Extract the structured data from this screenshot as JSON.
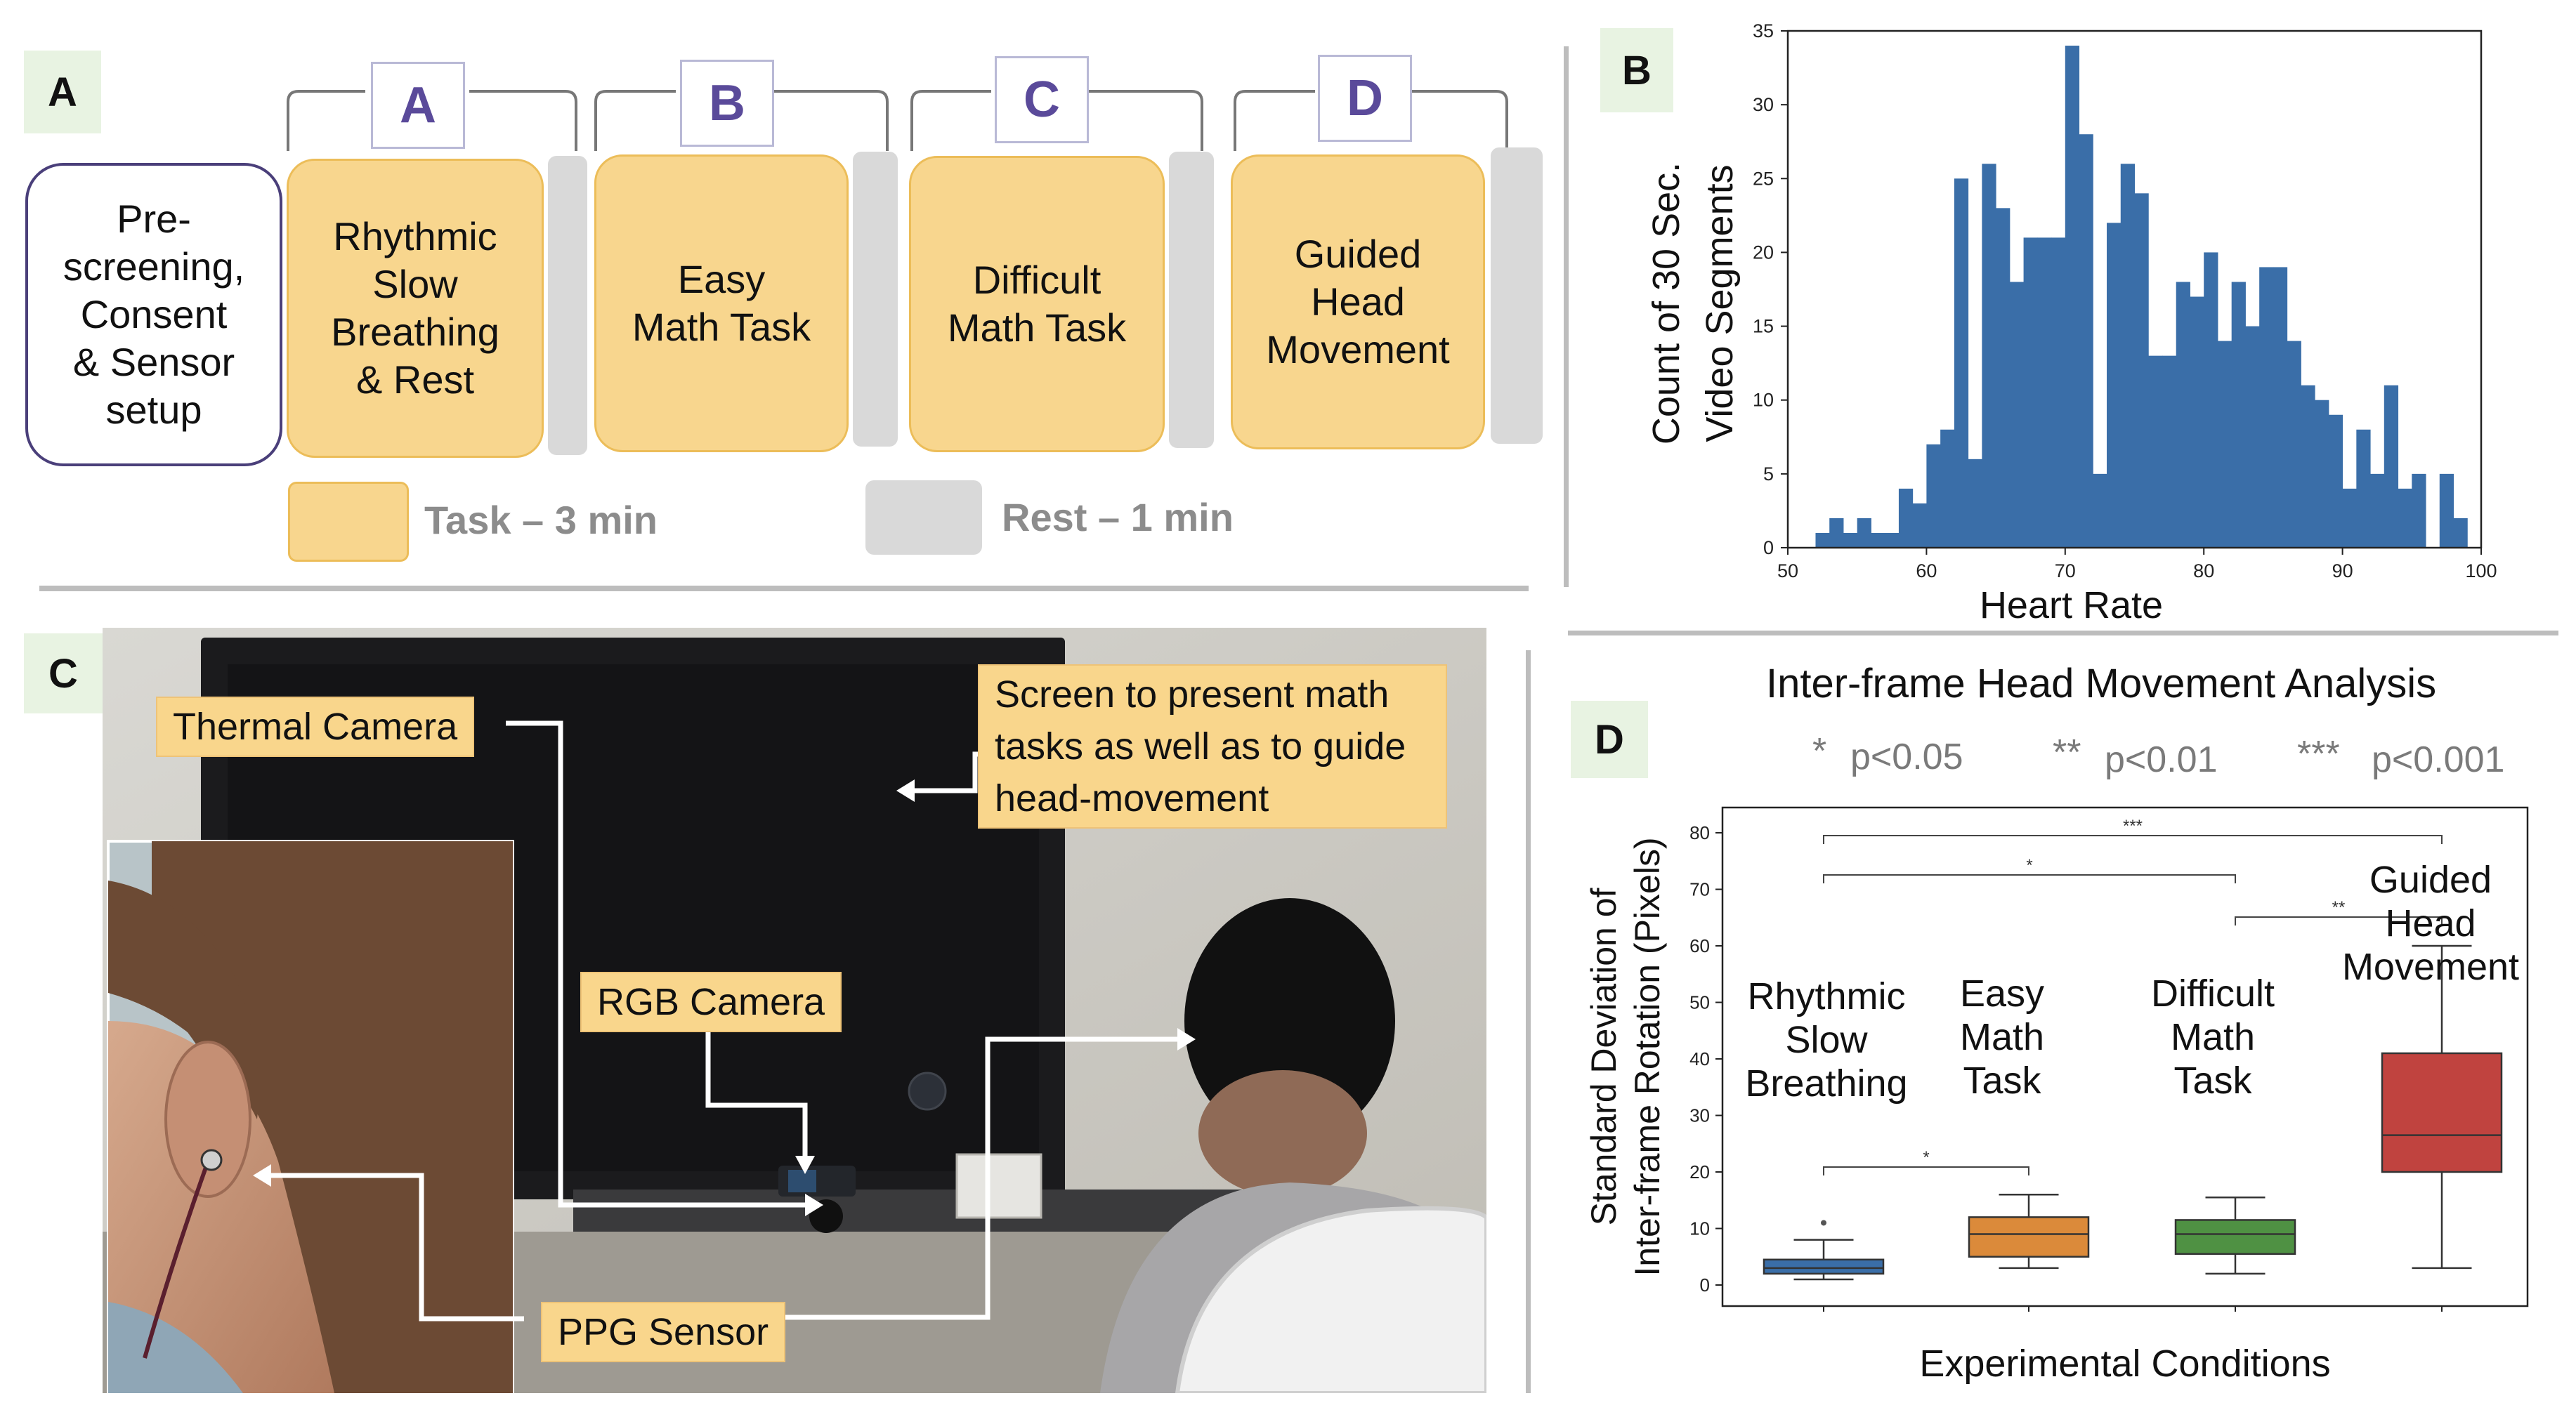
{
  "panelA": {
    "letter": "A",
    "pre_box": [
      "Pre-",
      "screening,",
      "Consent",
      "& Sensor",
      "setup"
    ],
    "groups": [
      {
        "letter": "A",
        "lines": [
          "Rhythmic",
          "Slow",
          "Breathing",
          "& Rest"
        ]
      },
      {
        "letter": "B",
        "lines": [
          "Easy",
          "Math Task"
        ]
      },
      {
        "letter": "C",
        "lines": [
          "Difficult",
          "Math Task"
        ]
      },
      {
        "letter": "D",
        "lines": [
          "Guided",
          "Head",
          "Movement"
        ]
      }
    ],
    "legend_task": "Task – 3 min",
    "legend_rest": "Rest – 1 min",
    "colors": {
      "task": "#f8d68e",
      "rest": "#d9d9d9",
      "letter": "#5a4a9a"
    }
  },
  "panelB": {
    "letter": "B",
    "ylabel_lines": [
      "Count of 30 Sec.",
      "Video Segments"
    ],
    "xlabel": "Heart Rate",
    "xticks": [
      "50",
      "60",
      "70",
      "80",
      "90",
      "100"
    ],
    "yticks": [
      "0",
      "5",
      "10",
      "15",
      "20",
      "25",
      "30",
      "35"
    ],
    "chart_data": {
      "type": "bar",
      "bar_color": "#3a6ea8",
      "bin_width": 1,
      "xlim": [
        50,
        100
      ],
      "ylim": [
        0,
        35
      ],
      "bins_start": [
        52,
        53,
        54,
        55,
        56,
        57,
        58,
        59,
        60,
        61,
        62,
        63,
        64,
        65,
        66,
        67,
        68,
        69,
        70,
        71,
        72,
        73,
        74,
        75,
        76,
        77,
        78,
        79,
        80,
        81,
        82,
        83,
        84,
        85,
        86,
        87,
        88,
        89,
        90,
        91,
        92,
        93,
        94,
        95,
        96,
        97,
        98
      ],
      "counts": [
        1,
        2,
        1,
        2,
        1,
        1,
        4,
        3,
        7,
        8,
        25,
        6,
        26,
        23,
        18,
        21,
        21,
        21,
        34,
        28,
        5,
        22,
        26,
        24,
        13,
        13,
        18,
        17,
        20,
        14,
        18,
        15,
        19,
        19,
        14,
        11,
        10,
        9,
        4,
        8,
        5,
        11,
        4,
        5,
        0,
        5,
        2
      ]
    }
  },
  "panelC": {
    "letter": "C",
    "callouts": {
      "thermal": "Thermal Camera",
      "screen": [
        "Screen to present math",
        "tasks as well as to guide",
        "head-movement"
      ],
      "rgb": "RGB Camera",
      "ppg": "PPG Sensor"
    }
  },
  "panelD": {
    "letter": "D",
    "title": "Inter-frame Head Movement Analysis",
    "legend": [
      {
        "stars": "*",
        "p": "p<0.05"
      },
      {
        "stars": "**",
        "p": "p<0.01"
      },
      {
        "stars": "***",
        "p": "p<0.001"
      }
    ],
    "ylabel_lines": [
      "Standard Deviation of",
      "Inter-frame Rotation (Pixels)"
    ],
    "xlabel": "Experimental Conditions",
    "yticks": [
      "0",
      "10",
      "20",
      "30",
      "40",
      "50",
      "60",
      "70",
      "80"
    ],
    "condition_labels": [
      [
        "Rhythmic",
        "Slow",
        "Breathing"
      ],
      [
        "Easy",
        "Math",
        "Task"
      ],
      [
        "Difficult",
        "Math",
        "Task"
      ],
      [
        "Guided",
        "Head",
        "Movement"
      ]
    ],
    "significance": [
      {
        "between": [
          1,
          4
        ],
        "label": "***"
      },
      {
        "between": [
          1,
          3
        ],
        "label": "*"
      },
      {
        "between": [
          3,
          4
        ],
        "label": "**"
      },
      {
        "between": [
          1,
          2
        ],
        "label": "*"
      }
    ],
    "chart_data": {
      "type": "box",
      "ylim": [
        0,
        80
      ],
      "series": [
        {
          "name": "Rhythmic Slow Breathing",
          "color": "#3a6ea8",
          "whisker_low": 1,
          "q1": 2,
          "median": 3,
          "q3": 4.5,
          "whisker_high": 8,
          "outliers": [
            11
          ]
        },
        {
          "name": "Easy Math Task",
          "color": "#db8a3a",
          "whisker_low": 3,
          "q1": 5,
          "median": 9,
          "q3": 12,
          "whisker_high": 16
        },
        {
          "name": "Difficult Math Task",
          "color": "#4f9143",
          "whisker_low": 2,
          "q1": 5.5,
          "median": 9,
          "q3": 11.5,
          "whisker_high": 15.5
        },
        {
          "name": "Guided Head Movement",
          "color": "#c0433f",
          "whisker_low": 3,
          "q1": 20,
          "median": 26.5,
          "q3": 41,
          "whisker_high": 60
        }
      ]
    }
  }
}
